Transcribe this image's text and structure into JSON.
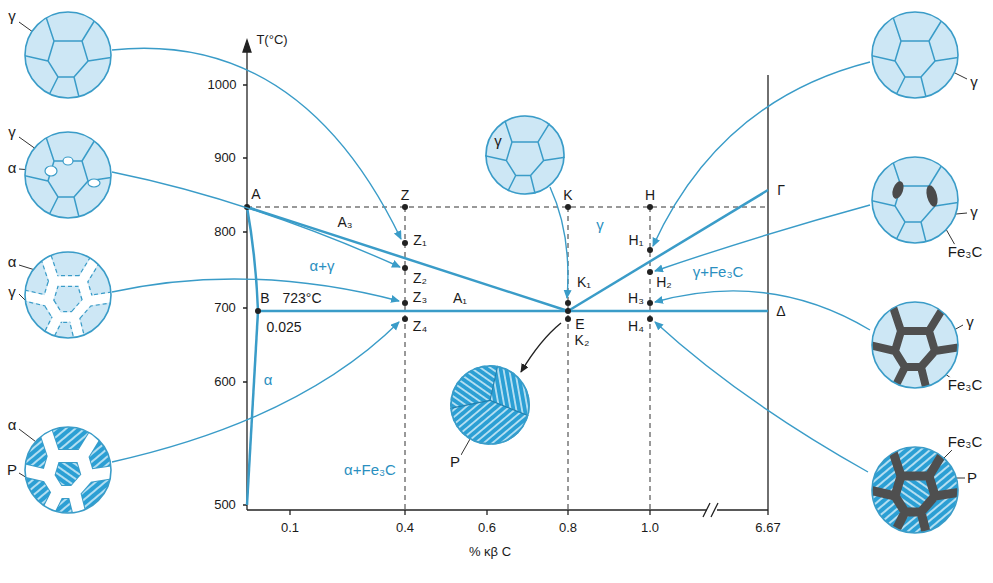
{
  "diagram": {
    "nodes": [
      {
        "text": [
          "γ"
        ]
      },
      {
        "text": [
          "γ",
          "α"
        ]
      },
      {
        "text": [
          "α",
          "γ"
        ]
      },
      {
        "text": [
          "α",
          "P"
        ]
      },
      {
        "text": [
          "γ"
        ]
      },
      {
        "text": [
          "P"
        ]
      },
      {
        "text": [
          "γ"
        ]
      },
      {
        "text": [
          "γ",
          "Fe₃C"
        ]
      },
      {
        "text": [
          "γ",
          "Fe₃C"
        ]
      },
      {
        "text": [
          "Fe₃C",
          "P"
        ]
      }
    ],
    "labels": [
      "T(°C)",
      "1000",
      "900",
      "800",
      "700",
      "600",
      "500",
      "0.1",
      "0.4",
      "0.6",
      "0.8",
      "1.0",
      "6.67",
      "% κβ C",
      "A",
      "Z",
      "K",
      "H",
      "Z₁",
      "Z₂",
      "Z₃",
      "Z₄",
      "B",
      "723°C",
      "0.025",
      "A₃",
      "A₁",
      "E",
      "K₁",
      "K₂",
      "H₁",
      "H₂",
      "H₃",
      "H₄",
      "Γ",
      "Δ",
      "α+γ",
      "γ",
      "γ+Fe₃C",
      "α",
      "α+Fe₃C"
    ]
  }
}
